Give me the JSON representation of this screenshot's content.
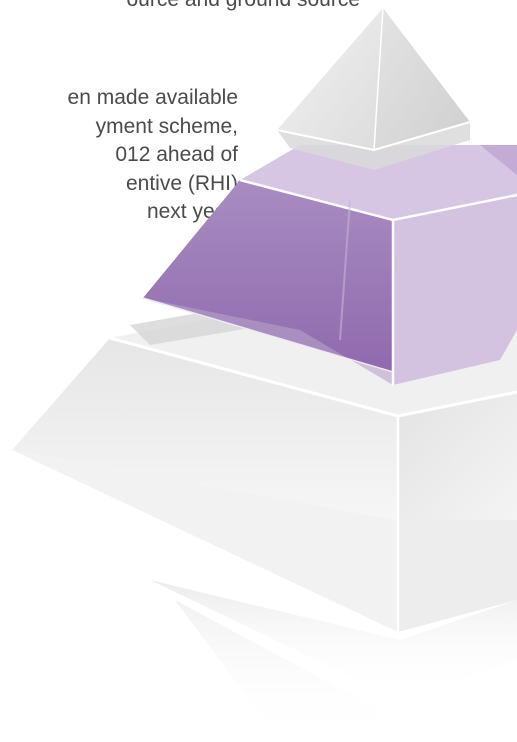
{
  "article": {
    "top_line": "ource and ground source",
    "lines": [
      "en made available",
      "yment  scheme,",
      "012 ahead of",
      "entive  (RHI)",
      "next year."
    ]
  },
  "illustration": {
    "name": "pyramid-graphic",
    "colors": {
      "purple_main": "#9a7ab4",
      "purple_light": "#c9b5d9",
      "purple_pale": "#ddd0e6",
      "grey_light": "#ececec",
      "grey_mid": "#d2d2d2",
      "grey_dark": "#b9b9b9"
    }
  }
}
